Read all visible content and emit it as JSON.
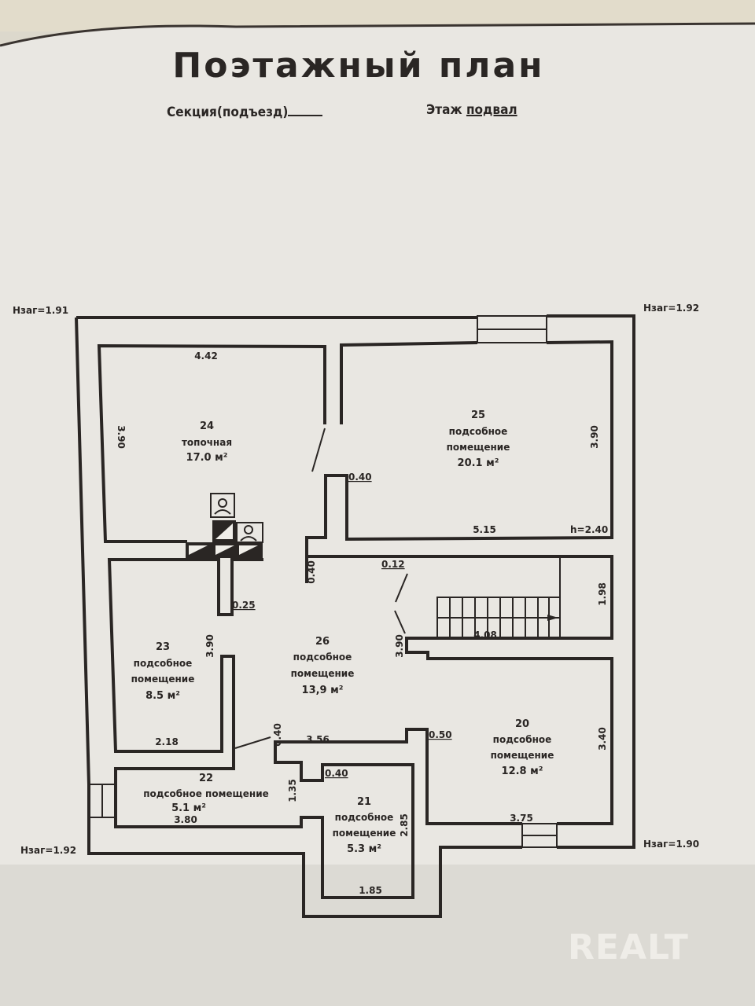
{
  "document": {
    "title": "Поэтажный план",
    "section_label": "Секция(подъезд)",
    "section_value": "",
    "floor_label": "Этаж",
    "floor_value": "подвал"
  },
  "height_marks": {
    "top_left": "Нзаг=1.91",
    "top_right": "Нзаг=1.92",
    "bottom_left": "Нзаг=1.92",
    "bottom_right": "Нзаг=1.90"
  },
  "rooms": [
    {
      "number": "24",
      "name_lines": [
        "топочная"
      ],
      "area": "17.0 м²",
      "dims": [
        "4.42",
        "3.90"
      ]
    },
    {
      "number": "25",
      "name_lines": [
        "подсобное",
        "помещение"
      ],
      "area": "20.1 м²",
      "dims": [
        "5.15",
        "3.90"
      ],
      "height": "h=2.40"
    },
    {
      "number": "23",
      "name_lines": [
        "подсобное",
        "помещение"
      ],
      "area": "8.5 м²",
      "dims": [
        "2.18",
        "3.90"
      ]
    },
    {
      "number": "26",
      "name_lines": [
        "подсобное",
        "помещение"
      ],
      "area": "13,9 м²",
      "dims": [
        "3.56",
        "3.90"
      ]
    },
    {
      "number": "22",
      "name_lines": [
        "подсобное помещение"
      ],
      "area": "5.1 м²",
      "dims": [
        "3.80",
        "1.35"
      ]
    },
    {
      "number": "21",
      "name_lines": [
        "подсобное",
        "помещение"
      ],
      "area": "5.3 м²",
      "dims": [
        "1.85",
        "2.85"
      ]
    },
    {
      "number": "20",
      "name_lines": [
        "подсобное",
        "помещение"
      ],
      "area": "12.8 м²",
      "dims": [
        "3.75",
        "3.40"
      ]
    }
  ],
  "other_dims": {
    "stair_length": "4.08",
    "stair_height": "1.98",
    "wall_040_a": "0.40",
    "wall_040_b": "0.40",
    "wall_040_c": "0.40",
    "wall_040_d": "0.40",
    "wall_025": "0.25",
    "wall_012": "0.12",
    "wall_050": "0.50"
  },
  "watermark": "REALT"
}
